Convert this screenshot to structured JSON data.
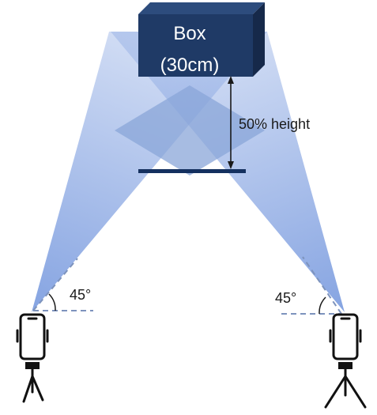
{
  "box": {
    "line1": "Box",
    "line2": "(30cm)"
  },
  "height_label": "50% height",
  "angle_left": "45°",
  "angle_right": "45°",
  "colors": {
    "box_front": "#1f3a66",
    "box_top": "#2d4c7d",
    "box_side": "#16294a",
    "beam": "#7f9fe0",
    "diamond": "#8aa6d8",
    "bar": "#14305f",
    "dash": "#7d93bd",
    "tripod": "#111111"
  }
}
